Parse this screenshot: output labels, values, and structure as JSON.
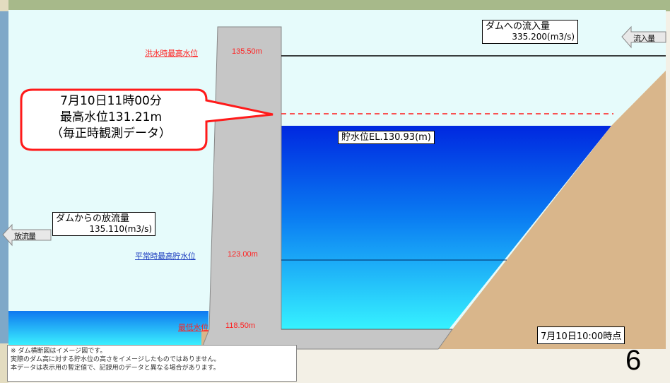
{
  "diagram": {
    "flood_max_level_label": "洪水時最高水位",
    "flood_max_level_value": "135.50m",
    "normal_max_level_label": "平常時最高貯水位",
    "normal_max_level_value": "123.00m",
    "min_level_label": "最低水位",
    "min_level_value": "118.50m",
    "storage_level_label": "貯水位EL.130.93(m)",
    "inflow_label": "ダムへの流入量",
    "inflow_value": "335.200(m3/s)",
    "inflow_arrow_label": "流入量",
    "outflow_label": "ダムからの放流量",
    "outflow_value": "135.110(m3/s)",
    "outflow_arrow_label": "放流量",
    "time_label": "7月10日10:00時点",
    "page_number": "6"
  },
  "callout": {
    "line1": "7月10日11時00分",
    "line2": "最高水位131.21m",
    "line3": "（毎正時観測データ）"
  },
  "note": {
    "line1": "※ ダム横断図はイメージ図です。",
    "line2": "実際のダム高に対する貯水位の高さをイメージしたものではありません。",
    "line3": "本データは表示用の暫定値で、記録用のデータと異なる場合があります。"
  },
  "colors": {
    "sky": "#e6fbfb",
    "water_top": "#0030e0",
    "water_bottom": "#33f0ff",
    "dam": "#c6c6c6",
    "ground": "#d9b68b",
    "callout_border": "#ff1a1a",
    "dashed_line": "#ff1a1a"
  }
}
